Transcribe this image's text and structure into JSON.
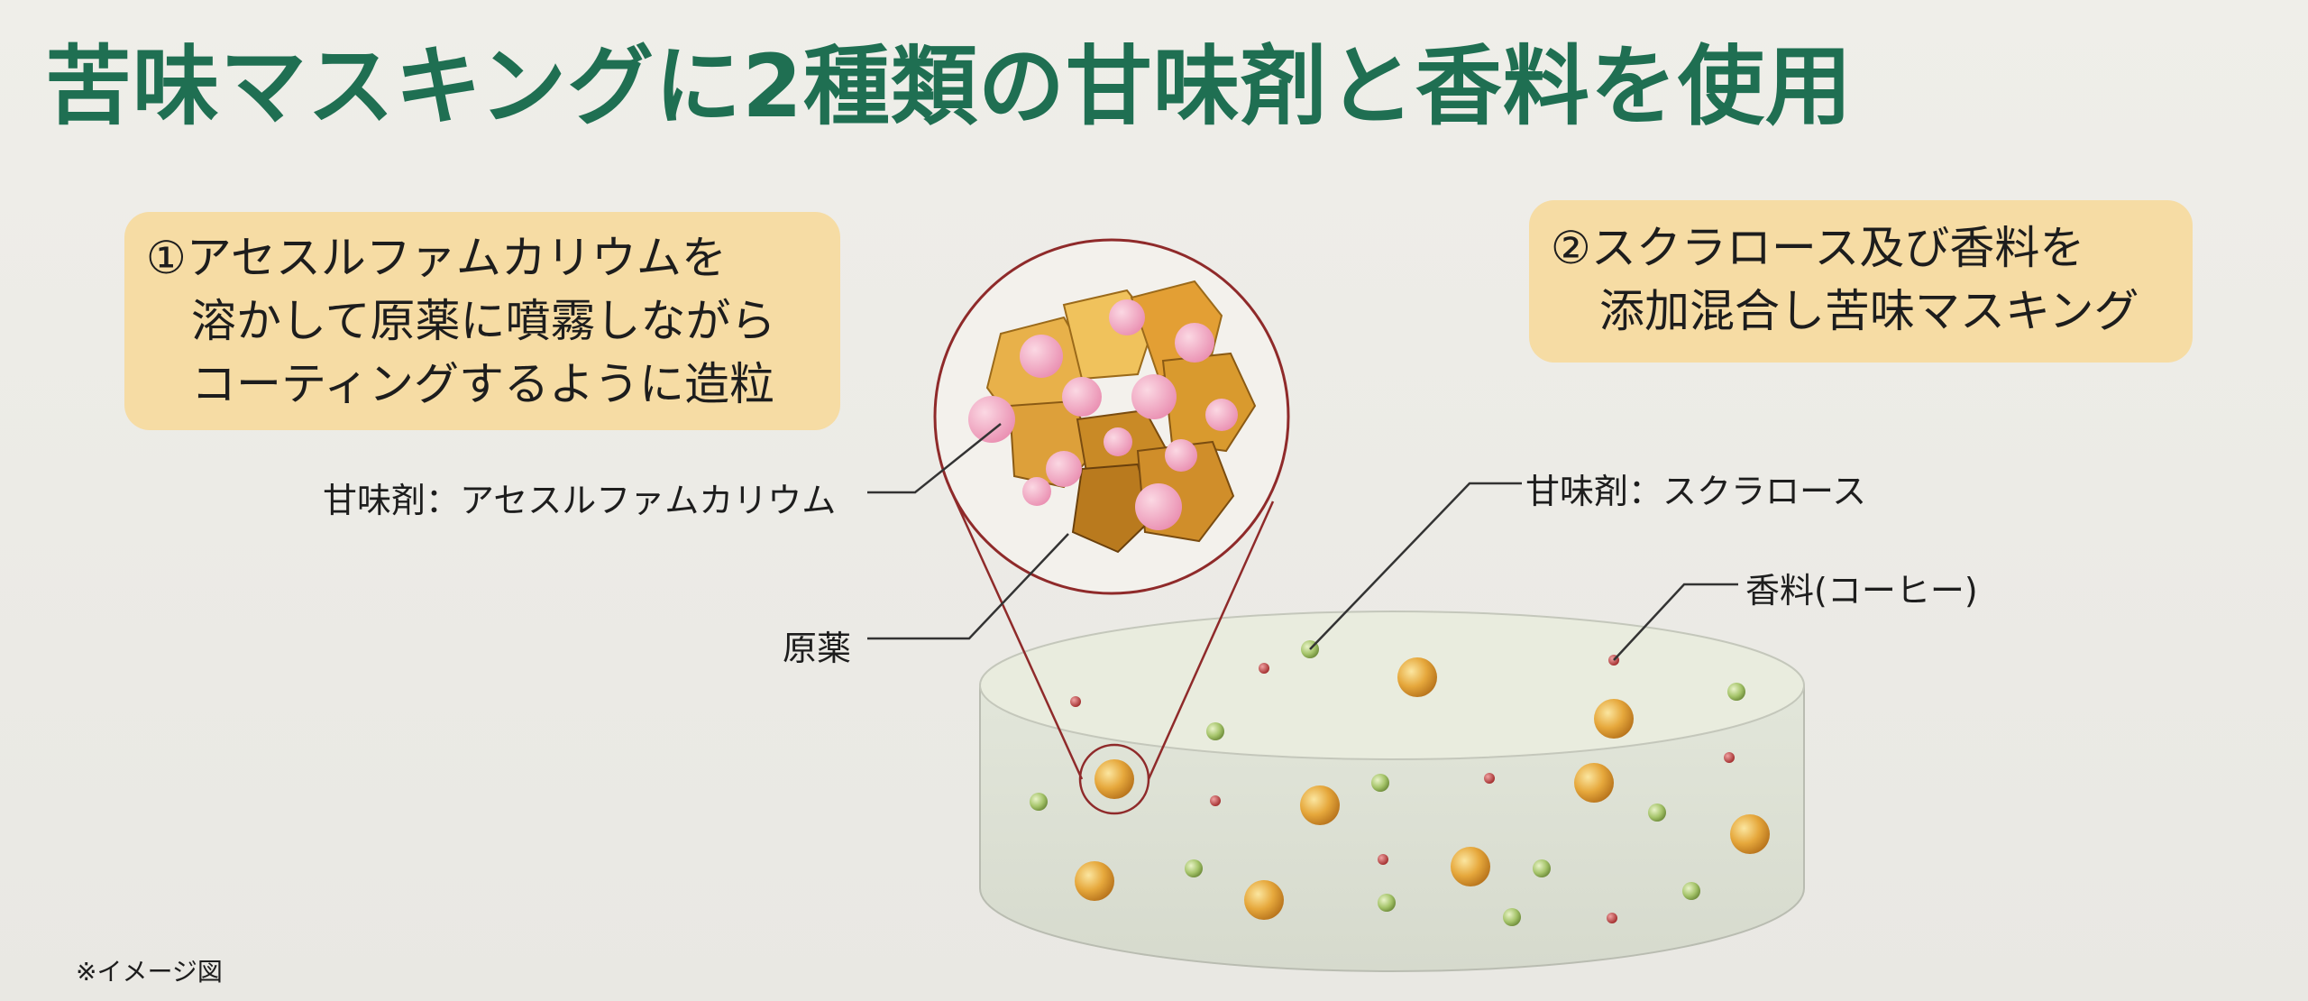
{
  "title": "苦味マスキングに2種類の甘味剤と香料を使用",
  "box1": {
    "number": "①",
    "lines": [
      "アセスルファムカリウムを",
      "溶かして原薬に噴霧しながら",
      "コーティングするように造粒"
    ]
  },
  "box2": {
    "number": "②",
    "lines": [
      "スクラロース及び香料を",
      "添加混合し苦味マスキング"
    ]
  },
  "labels": {
    "acesulfame": "甘味剤：アセスルファムカリウム",
    "drug": "原薬",
    "sucralose": "甘味剤：スクラロース",
    "flavor": "香料(コーヒー)"
  },
  "note": "※イメージ図",
  "colors": {
    "title": "#1f6f52",
    "box_fill": "#f6dca4",
    "circle_stroke": "#8f2a2a",
    "granule": "#e3a23a",
    "sweetener_particle": "#a5c46a",
    "flavor_particle": "#b93a3a",
    "drug_crystal": "#e8b14a",
    "acesulfame_coating": "#f4a6c0"
  }
}
